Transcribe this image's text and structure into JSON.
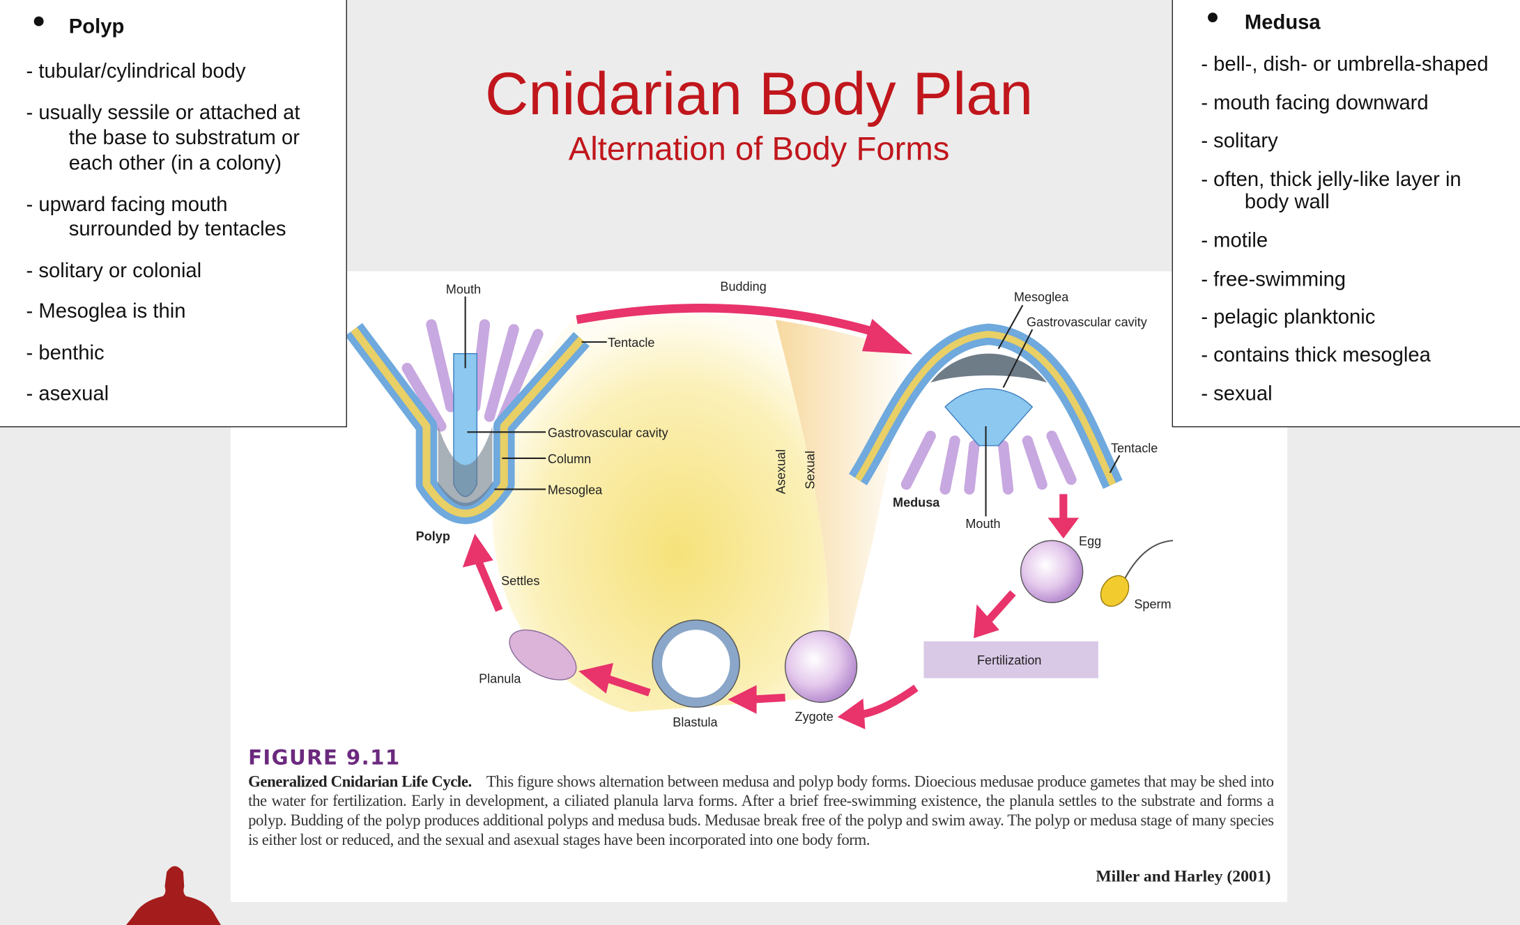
{
  "header": {
    "title": "Cnidarian Body Plan",
    "subtitle": "Alternation of Body Forms"
  },
  "polyp_box": {
    "heading": "Polyp",
    "lines": [
      "- tubular/cylindrical body",
      "- usually sessile or attached at",
      "the base to substratum  or",
      "each other (in a colony)",
      "- upward facing mouth",
      "surrounded by tentacles",
      "- solitary or colonial",
      "- Mesoglea is thin",
      "- benthic",
      "- asexual"
    ]
  },
  "medusa_box": {
    "heading": "Medusa",
    "lines": [
      "- bell-, dish- or umbrella-shaped",
      "- mouth facing downward",
      "- solitary",
      "- often, thick jelly-like layer in",
      "body wall",
      "- motile",
      "- free-swimming",
      "- pelagic planktonic",
      "- contains thick mesoglea",
      "- sexual"
    ]
  },
  "diagram": {
    "labels": {
      "polyp_mouth": "Mouth",
      "budding": "Budding",
      "polyp_tentacle": "Tentacle",
      "polyp_gv": "Gastrovascular cavity",
      "column": "Column",
      "polyp_mesoglea": "Mesoglea",
      "polyp": "Polyp",
      "settles": "Settles",
      "planula": "Planula",
      "blastula": "Blastula",
      "zygote": "Zygote",
      "fertilization": "Fertilization",
      "egg": "Egg",
      "sperm": "Sperm",
      "medusa_mouth": "Mouth",
      "medusa": "Medusa",
      "medusa_tentacle": "Tentacle",
      "medusa_mesoglea": "Mesoglea",
      "medusa_gv": "Gastrovascular cavity",
      "asexual": "Asexual",
      "sexual": "Sexual"
    }
  },
  "caption": {
    "figure_label": "FIGURE 9.11",
    "title": "Generalized Cnidarian Life Cycle.",
    "text": "This figure shows alternation between medusa and polyp body forms. Dioecious medusae produce gametes that may be shed into the water for fertilization. Early in development, a ciliated planula larva forms. After a brief free-swimming existence, the planula settles to the substrate and forms a polyp. Budding of the polyp produces additional polyps and medusa buds. Medusae break free of the polyp and swim away. The polyp or medusa stage of many species is either lost or reduced, and the sexual and asexual stages have been incorporated into one body form.",
    "credit": "Miller and Harley (2001)"
  },
  "colors": {
    "title": "#c0161c",
    "figure_label": "#6b2a7e",
    "arrow": "#e8336b",
    "background": "#ececec"
  }
}
